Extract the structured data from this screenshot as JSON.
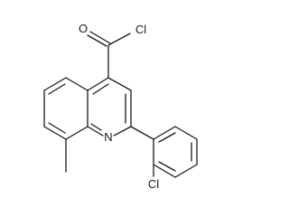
{
  "molecule": {
    "atoms": {
      "carbonyl_oxygen": "O",
      "acyl_chlorine": "Cl",
      "ring_nitrogen": "N",
      "aryl_chlorine": "Cl"
    }
  }
}
